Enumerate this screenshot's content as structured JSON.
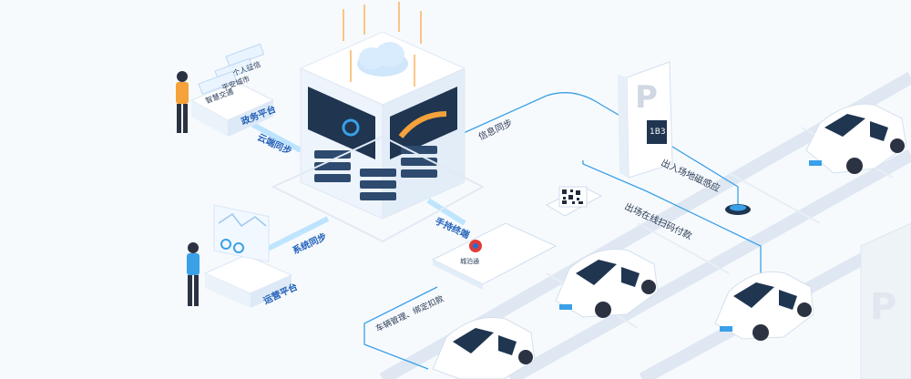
{
  "labels": {
    "gov_platform": "政务平台",
    "personal_credit": "个人征信",
    "safe_city": "平安城市",
    "smart_traffic": "智慧交通",
    "cloud_sync": "云端同步",
    "info_sync": "信息同步",
    "system_sync": "系统同步",
    "ops_platform": "运营平台",
    "terminal_mgmt": "手持终端",
    "entry_sensor": "出入场地磁感应",
    "exit_pay": "出场在线扫码付款",
    "car_mgmt": "车辆管理、绑定扣款",
    "app_name": "城泊通",
    "sign_code": "1B3"
  },
  "colors": {
    "accent_blue": "#1f6fd6",
    "line_blue": "#3aa0e8",
    "orange": "#f5a23a",
    "navy": "#1f3550"
  }
}
